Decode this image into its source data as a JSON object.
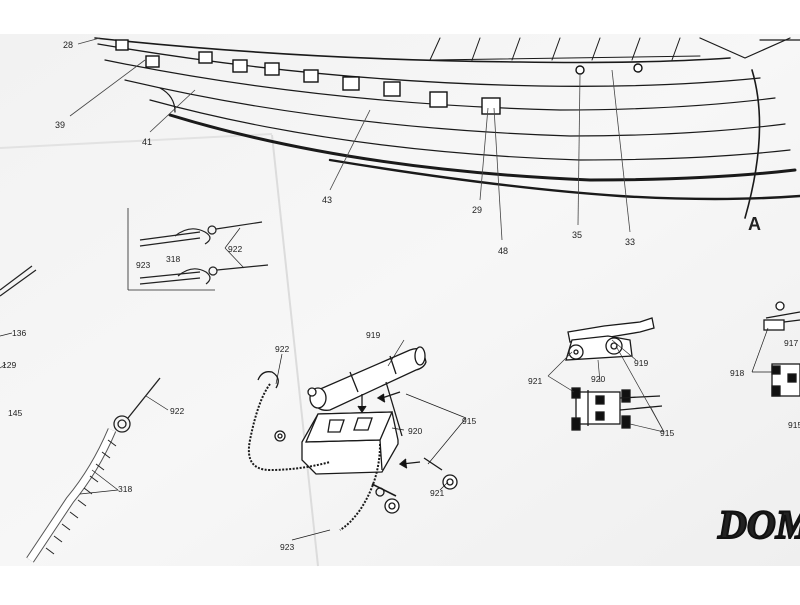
{
  "plan": {
    "hull_labels": [
      "28",
      "39",
      "41",
      "43",
      "29",
      "48",
      "35",
      "33"
    ],
    "view_letter": "A",
    "rope_detail": {
      "labels": [
        "922",
        "923",
        "318"
      ]
    },
    "left_edge_labels": [
      "136",
      "129",
      "145"
    ],
    "rope_coil": {
      "labels": [
        "922",
        "318"
      ]
    },
    "cannon_exploded": {
      "labels": [
        "922",
        "919",
        "915",
        "920",
        "921",
        "923"
      ]
    },
    "carriage_views": {
      "labels": [
        "921",
        "920",
        "919",
        "915"
      ]
    },
    "carriage_views_right": {
      "labels": [
        "917",
        "918",
        "915"
      ]
    },
    "logo_text": "DOM"
  }
}
